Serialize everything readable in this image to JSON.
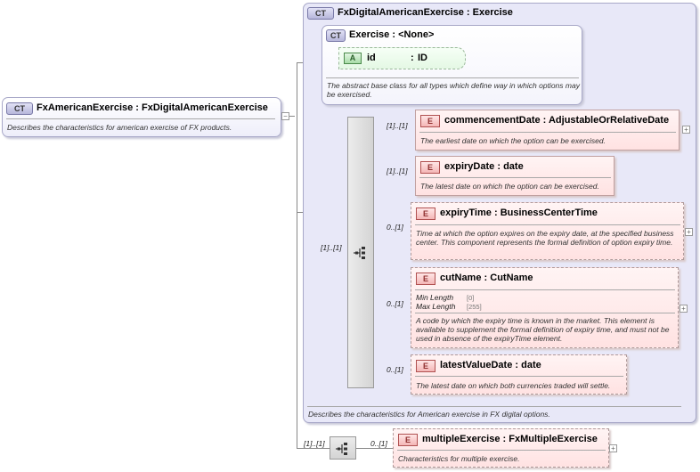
{
  "root": {
    "badge": "CT",
    "name": "FxAmericanExercise",
    "type": "FxDigitalAmericanExercise",
    "description": "Describes the characteristics for american exercise of FX products."
  },
  "digital": {
    "badge": "CT",
    "name": "FxDigitalAmericanExercise",
    "type": "Exercise",
    "description": "Describes the characteristics for American exercise in FX digital options."
  },
  "exercise": {
    "badge": "CT",
    "name": "Exercise",
    "type": "<None>",
    "description": "The abstract base class for all types which define way in which options may be exercised.",
    "attribute": {
      "badge": "A",
      "name": "id",
      "type": "ID"
    }
  },
  "sequence_multiplicity": "[1]..[1]",
  "elements": [
    {
      "badge": "E",
      "name": "commencementDate",
      "type": "AdjustableOrRelativeDate",
      "mult": "[1]..[1]",
      "description": "The earliest date on which the option can be exercised."
    },
    {
      "badge": "E",
      "name": "expiryDate",
      "type": "date",
      "mult": "[1]..[1]",
      "description": "The latest date on which the option can be exercised."
    },
    {
      "badge": "E",
      "name": "expiryTime",
      "type": "BusinessCenterTime",
      "mult": "0..[1]",
      "description": "Time at which the option expires on the expiry date, at the specified business center. This component represents the formal definition of option expiry time."
    },
    {
      "badge": "E",
      "name": "cutName",
      "type": "CutName",
      "mult": "0..[1]",
      "facets": [
        {
          "label": "Min Length",
          "value": "[0]"
        },
        {
          "label": "Max Length",
          "value": "[255]"
        }
      ],
      "description": "A code by which the expiry time is known in the market. This element is available to supplement the formal definition of expiry time, and must not be used in absence of the expiryTime element."
    },
    {
      "badge": "E",
      "name": "latestValueDate",
      "type": "date",
      "mult": "0..[1]",
      "description": "The latest date on which both currencies traded will settle."
    }
  ],
  "outer_sequence": {
    "mult": "[1]..[1]",
    "element": {
      "badge": "E",
      "name": "multipleExercise",
      "type": "FxMultipleExercise",
      "mult": "0..[1]",
      "description": "Characteristics for multiple exercise."
    }
  },
  "colors": {
    "complex_type": "#eeeefa",
    "element": "#ffe6e6",
    "attribute": "#e8ffe8",
    "connector": "#888888"
  }
}
